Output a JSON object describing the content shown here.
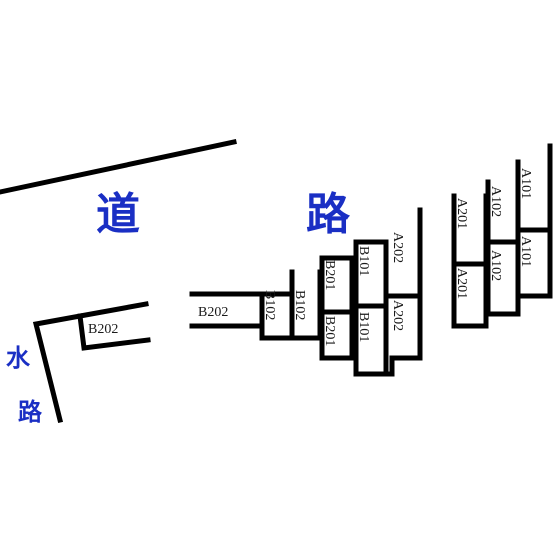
{
  "road": {
    "char1": "道",
    "char2": "路"
  },
  "waterway": {
    "char1": "水",
    "char2": "路"
  },
  "labels": {
    "b202_left": "B202",
    "b202_center": "B202",
    "b102_1": "B102",
    "b102_2": "B102",
    "b201_top": "B201",
    "b201_bottom": "B201",
    "b101_top": "B101",
    "b101_bottom": "B101",
    "a202_top": "A202",
    "a202_bottom": "A202",
    "a201_top": "A201",
    "a201_bottom": "A201",
    "a102_top": "A102",
    "a102_bottom": "A102",
    "a101_top": "A101",
    "a101_bottom": "A101"
  },
  "colors": {
    "title_blue": "#1a2fc4",
    "line": "#000000",
    "text": "#1a1a1a"
  }
}
